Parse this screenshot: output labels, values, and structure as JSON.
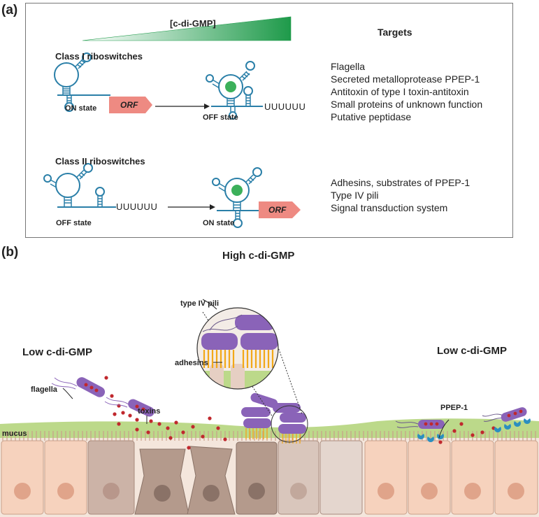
{
  "panel_a": {
    "label": "(a)",
    "gradient_label": "[c-di-GMP]",
    "targets_header": "Targets",
    "class1": {
      "title": "Class I riboswitches",
      "left_state": "ON state",
      "right_state": "OFF state",
      "orf": "ORF",
      "terminator": "UUUUUU",
      "targets": [
        "Flagella",
        "Secreted metalloprotease PPEP-1",
        "Antitoxin of type I toxin-antitoxin",
        "Small proteins of unknown function",
        "Putative peptidase"
      ]
    },
    "class2": {
      "title": "Class II riboswitches",
      "left_state": "OFF state",
      "right_state": "ON state",
      "orf": "ORF",
      "terminator": "UUUUUU",
      "targets": [
        "Adhesins, substrates of PPEP-1",
        "Type IV pili",
        "Signal transduction system"
      ]
    }
  },
  "panel_b": {
    "label": "(b)",
    "high_title": "High c-di-GMP",
    "low_left_title": "Low c-di-GMP",
    "low_right_title": "Low c-di-GMP",
    "labels": {
      "type_iv_pili": "type IV pili",
      "adhesins": "adhesins",
      "flagella": "flagella",
      "toxins": "toxins",
      "mucus": "mucus",
      "ppep1": "PPEP-1"
    }
  },
  "colors": {
    "gradient_dark": "#1e9a4a",
    "orf_fill": "#ee8a82",
    "strand": "#2a7fa8",
    "ligand": "#3cb05a",
    "bacteria": "#8a63b8",
    "mucus": "#bcd98a",
    "cell_healthy": "#f6d2bd",
    "cell_damaged": "#b49a8c",
    "toxin": "#c0282d",
    "ppep1": "#2b8fc0"
  }
}
